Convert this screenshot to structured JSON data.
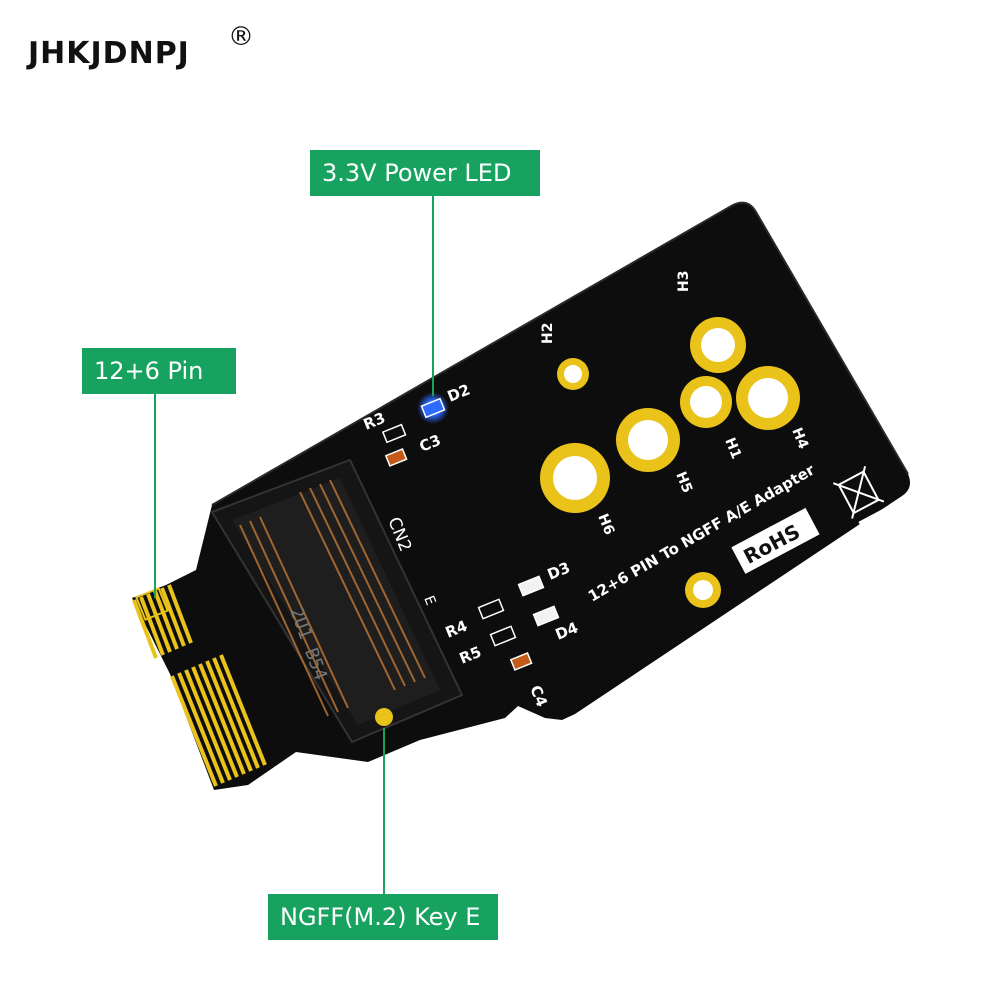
{
  "brand": {
    "name": "JHKJDNPJ",
    "registered_mark": "®"
  },
  "callouts": {
    "led": "3.3V Power  LED",
    "pin": "12+6 Pin",
    "ngff": "NGFF(M.2) Key E"
  },
  "board": {
    "title": "12+6 PIN To NGFF A/E Adapter",
    "rohs": "RoHS",
    "connector_label": "CN2",
    "key_label": "E",
    "slot_marking": "2U1 B54",
    "components": {
      "r3": "R3",
      "c3": "C3",
      "d2": "D2",
      "d3": "D3",
      "r4": "R4",
      "d4": "D4",
      "r5": "R5",
      "c4": "C4",
      "h1": "H1",
      "h2": "H2",
      "h3": "H3",
      "h4": "H4",
      "h5": "H5",
      "h6": "H6"
    }
  },
  "colors": {
    "callout_green": "#17a35f",
    "pcb": "#0d0d0d",
    "gold": "#e9c21a",
    "led_blue": "#2d6bff",
    "silkscreen": "#ffffff"
  }
}
